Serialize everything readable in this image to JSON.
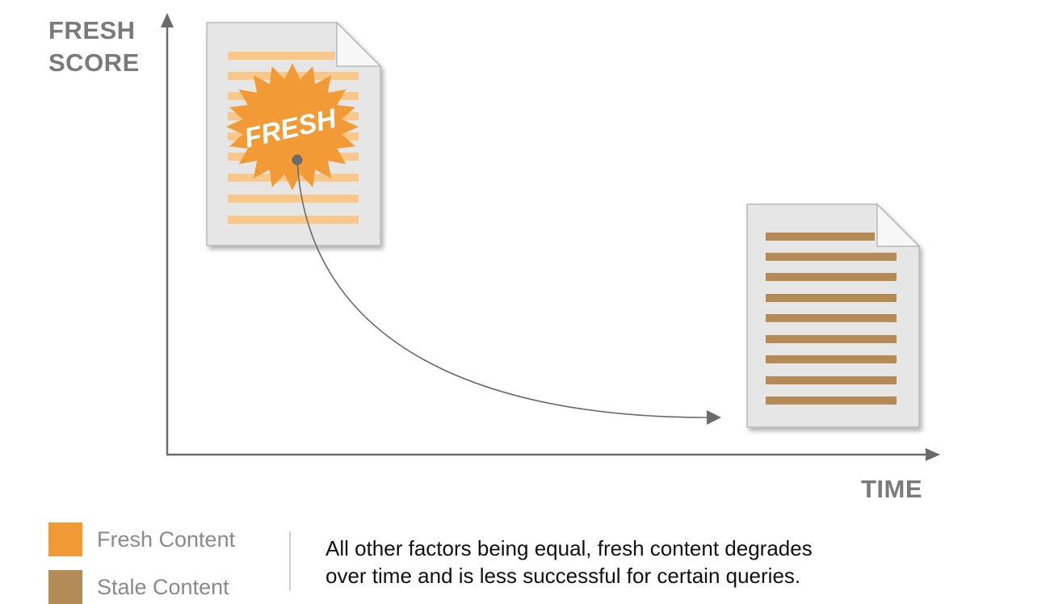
{
  "axes": {
    "y_label_line1": "FRESH",
    "y_label_line2": "SCORE",
    "x_label": "TIME"
  },
  "badge": {
    "text": "FRESH"
  },
  "legend": {
    "items": [
      {
        "label": "Fresh Content",
        "color": "#f29a35"
      },
      {
        "label": "Stale Content",
        "color": "#b48a56"
      }
    ]
  },
  "caption": {
    "line1": "All other factors being equal, fresh content degrades",
    "line2": "over time and is less successful for certain queries."
  },
  "colors": {
    "axis": "#6b6b6b",
    "axis_label": "#7a7a7a",
    "fresh_stripe": "#f9c78a",
    "fresh_badge": "#f29a35",
    "stale_stripe": "#b48a56",
    "document_paper": "#e6e6e6",
    "document_edge": "#b8b8b8"
  }
}
